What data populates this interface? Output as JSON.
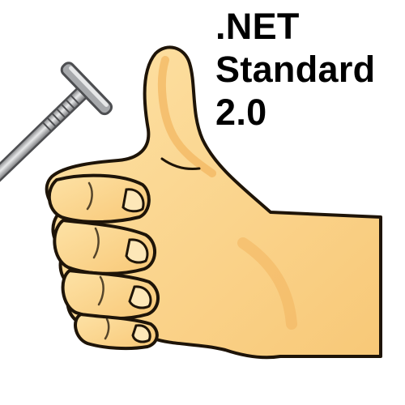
{
  "title": {
    "line1": ".NET",
    "line2": "Standard",
    "line3": "2.0"
  },
  "illustration": {
    "hand_icon": "thumbs-up-hand-icon",
    "nail_icon": "nail-icon"
  },
  "colors": {
    "background": "#ffffff",
    "text": "#000000",
    "skin": "#fcd58e",
    "skin_shadow": "#f2b55e",
    "outline": "#1e1408",
    "nail_metal": "#a7a9ac",
    "nail_dark": "#6d6e71",
    "nail_light": "#e6e7e8"
  }
}
